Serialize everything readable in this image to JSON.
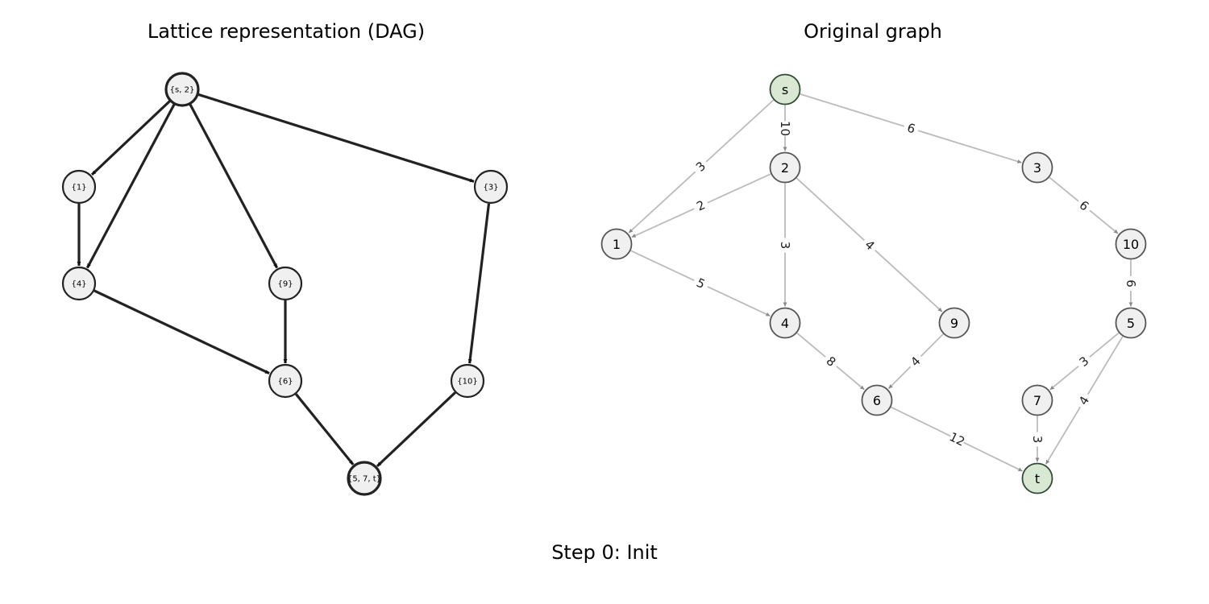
{
  "lattice": {
    "title": "Lattice representation (DAG)",
    "nodes": [
      {
        "id": "s2",
        "label": "{s, 2}"
      },
      {
        "id": "n1",
        "label": "{1}"
      },
      {
        "id": "n3",
        "label": "{3}"
      },
      {
        "id": "n4",
        "label": "{4}"
      },
      {
        "id": "n9",
        "label": "{9}"
      },
      {
        "id": "n6",
        "label": "{6}"
      },
      {
        "id": "n10",
        "label": "{10}"
      },
      {
        "id": "n57t",
        "label": "{5, 7, t}"
      }
    ],
    "edges": [
      {
        "from": "s2",
        "to": "n1"
      },
      {
        "from": "s2",
        "to": "n4"
      },
      {
        "from": "s2",
        "to": "n9"
      },
      {
        "from": "s2",
        "to": "n3"
      },
      {
        "from": "n1",
        "to": "n4"
      },
      {
        "from": "n4",
        "to": "n6"
      },
      {
        "from": "n9",
        "to": "n6"
      },
      {
        "from": "n3",
        "to": "n10"
      },
      {
        "from": "n6",
        "to": "n57t"
      },
      {
        "from": "n10",
        "to": "n57t"
      }
    ]
  },
  "original": {
    "title": "Original graph",
    "nodes": [
      {
        "id": "s",
        "label": "s",
        "terminal": true
      },
      {
        "id": "2",
        "label": "2"
      },
      {
        "id": "3",
        "label": "3"
      },
      {
        "id": "1",
        "label": "1"
      },
      {
        "id": "10",
        "label": "10"
      },
      {
        "id": "4",
        "label": "4"
      },
      {
        "id": "9",
        "label": "9"
      },
      {
        "id": "5",
        "label": "5"
      },
      {
        "id": "6",
        "label": "6"
      },
      {
        "id": "7",
        "label": "7"
      },
      {
        "id": "t",
        "label": "t",
        "terminal": true
      }
    ],
    "edges": [
      {
        "from": "s",
        "to": "2",
        "weight": "10"
      },
      {
        "from": "s",
        "to": "3",
        "weight": "6"
      },
      {
        "from": "s",
        "to": "1",
        "weight": "3"
      },
      {
        "from": "2",
        "to": "1",
        "weight": "2"
      },
      {
        "from": "2",
        "to": "4",
        "weight": "3"
      },
      {
        "from": "2",
        "to": "9",
        "weight": "4"
      },
      {
        "from": "3",
        "to": "10",
        "weight": "6"
      },
      {
        "from": "1",
        "to": "4",
        "weight": "5"
      },
      {
        "from": "10",
        "to": "5",
        "weight": "6"
      },
      {
        "from": "4",
        "to": "6",
        "weight": "8"
      },
      {
        "from": "9",
        "to": "6",
        "weight": "4"
      },
      {
        "from": "5",
        "to": "7",
        "weight": "3"
      },
      {
        "from": "5",
        "to": "t",
        "weight": "4"
      },
      {
        "from": "7",
        "to": "t",
        "weight": "3"
      },
      {
        "from": "6",
        "to": "t",
        "weight": "12"
      }
    ]
  },
  "step_caption": "Step 0: Init",
  "colors": {
    "node_fill": "#f0f0f0",
    "terminal_fill": "#d9e8d2",
    "lattice_stroke": "#222222",
    "original_edge": "#bbbbbb",
    "original_arrow": "#888888"
  }
}
